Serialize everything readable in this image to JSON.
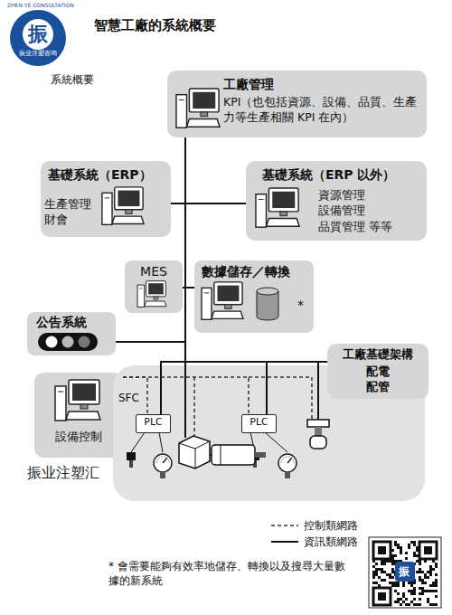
{
  "diagram": {
    "title": "智慧工廠的系統概要",
    "nodes": [
      {
        "text": [
          "工廠管理",
          "KPI（也包括資源、設備、品質、生產力等生產相關 KPI 在內）"
        ]
      },
      {
        "text": [
          "基礎系統（ERP）",
          "生產管理 財會"
        ]
      },
      {
        "text": [
          "基礎系統（ERP 以外）",
          "資源管理 設備管理 品質管理 等等"
        ]
      },
      {
        "text": [
          "MES"
        ]
      },
      {
        "text": [
          "數據儲存／轉換",
          "*"
        ]
      },
      {
        "text": [
          "公告系統"
        ]
      },
      {
        "text": [
          "設備控制"
        ]
      },
      {
        "text": [
          "SFC"
        ]
      },
      {
        "text": [
          "PLC"
        ],
        "in": 7
      },
      {
        "text": [
          "PLC"
        ],
        "in": 7
      },
      {
        "text": [
          "工廠基礎架構",
          "配電 配管"
        ]
      }
    ],
    "edges": [
      {
        "from": 0,
        "to": 1,
        "arrow": "none"
      },
      {
        "from": 0,
        "to": 2,
        "arrow": "none"
      },
      {
        "from": 0,
        "to": 3,
        "arrow": "none"
      },
      {
        "from": 0,
        "to": 4,
        "arrow": "none"
      },
      {
        "from": 0,
        "to": 5,
        "arrow": "none"
      },
      {
        "from": 0,
        "to": 10,
        "arrow": "none"
      },
      {
        "from": 0,
        "to": 8,
        "arrow": "none"
      },
      {
        "from": 0,
        "to": 9,
        "arrow": "none"
      },
      {
        "from": 6,
        "to": 8,
        "arrow": "none"
      },
      {
        "from": 6,
        "to": 9,
        "arrow": "none"
      }
    ],
    "labels": [
      "系統概要",
      "振",
      "ZHEN YE CONSULTATION",
      "振业注塑咨询",
      "振业注塑汇",
      "* 會需要能夠有效率地儲存、轉換以及搜尋大量數據的新系統",
      "振"
    ],
    "legend": [
      {
        "text": "控制類網路"
      },
      {
        "text": "資訊類網路"
      }
    ]
  }
}
